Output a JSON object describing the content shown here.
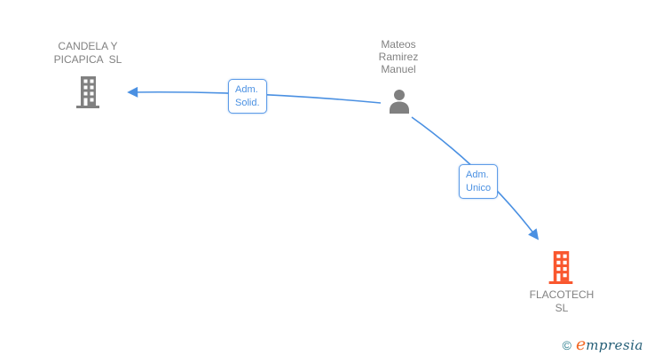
{
  "diagram": {
    "nodes": {
      "company1": {
        "name": "CANDELA Y\nPICAPICA  SL",
        "type": "company",
        "icon": "building-icon",
        "color": "#808080"
      },
      "person": {
        "name": "Mateos\nRamirez\nManuel",
        "type": "person",
        "icon": "person-icon",
        "color": "#808080"
      },
      "company2": {
        "name": "FLACOTECH\nSL",
        "type": "company",
        "icon": "building-icon",
        "color": "#f9572e"
      }
    },
    "edges": [
      {
        "label": "Adm.\nSolid.",
        "from": "person",
        "to": "company1"
      },
      {
        "label": "Adm.\nUnico",
        "from": "person",
        "to": "company2"
      }
    ],
    "colors": {
      "edge_blue": "#4a90e2",
      "node_gray": "#808080",
      "building_orange": "#f9572e",
      "label_text_blue": "#4a90e2"
    }
  },
  "watermark": {
    "copyright": "©",
    "brand_first_letter": "e",
    "brand_rest": "mpresia"
  }
}
